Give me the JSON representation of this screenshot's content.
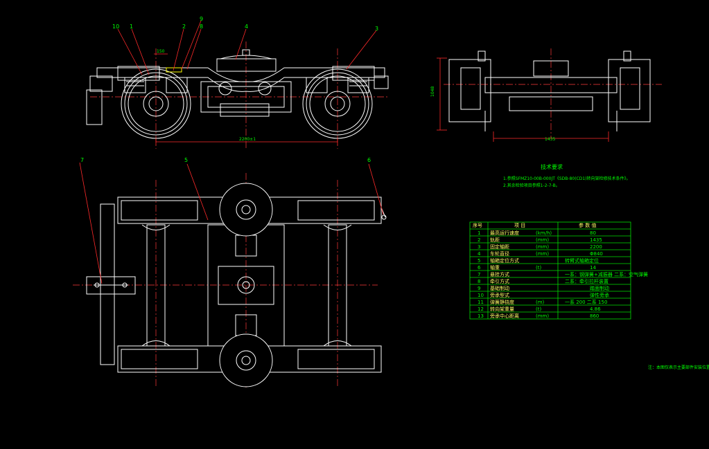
{
  "callouts": {
    "c1": "1",
    "c2": "2",
    "c3": "3",
    "c4": "4",
    "c5": "5",
    "c6": "6",
    "c7": "7",
    "c8": "8",
    "c9": "9",
    "c10": "10"
  },
  "dimensions": {
    "wheelbase": "2200±1",
    "small_top": "150",
    "side_height": "1048",
    "side_width": "1435"
  },
  "notes": {
    "title": "技术要求",
    "line1": "1.参照SFMZ10-00B-000JT《SDB-80(CD1)转向架检修技术条件》。",
    "line2": "2.其余检验项目参照1-2-7-B。"
  },
  "spec_table": {
    "header_no": "序号",
    "header_item": "项    目",
    "header_value": "参  数  值",
    "rows": [
      {
        "no": "1",
        "item": "最高运行速度",
        "unit": "(km/h)",
        "value": "80"
      },
      {
        "no": "2",
        "item": "轨距",
        "unit": "(mm)",
        "value": "1435"
      },
      {
        "no": "3",
        "item": "固定轴距",
        "unit": "(mm)",
        "value": "2200"
      },
      {
        "no": "4",
        "item": "车轮直径",
        "unit": "(mm)",
        "value": "Φ840"
      },
      {
        "no": "5",
        "item": "轴箱定位方式",
        "unit": "",
        "value": "转臂式轴箱定位"
      },
      {
        "no": "6",
        "item": "轴重",
        "unit": "(t)",
        "value": "14"
      },
      {
        "no": "7",
        "item": "悬挂方式",
        "unit": "",
        "value": "一系：钢弹簧+减振器  二系：空气弹簧"
      },
      {
        "no": "8",
        "item": "牵引方式",
        "unit": "",
        "value": "二系：牵引拉杆装置"
      },
      {
        "no": "9",
        "item": "基础制动",
        "unit": "",
        "value": "踏面制动"
      },
      {
        "no": "10",
        "item": "旁承型式",
        "unit": "",
        "value": "弹性旁承"
      },
      {
        "no": "11",
        "item": "弹簧静挠度",
        "unit": "(m)",
        "value": "一系 200     二系 150"
      },
      {
        "no": "12",
        "item": "转向架重量",
        "unit": "(t)",
        "value": "4.86"
      },
      {
        "no": "13",
        "item": "旁承中心距离",
        "unit": "(mm)",
        "value": "860"
      }
    ]
  },
  "footnote": "注：本图仅表示主要部件安装位置关系"
}
